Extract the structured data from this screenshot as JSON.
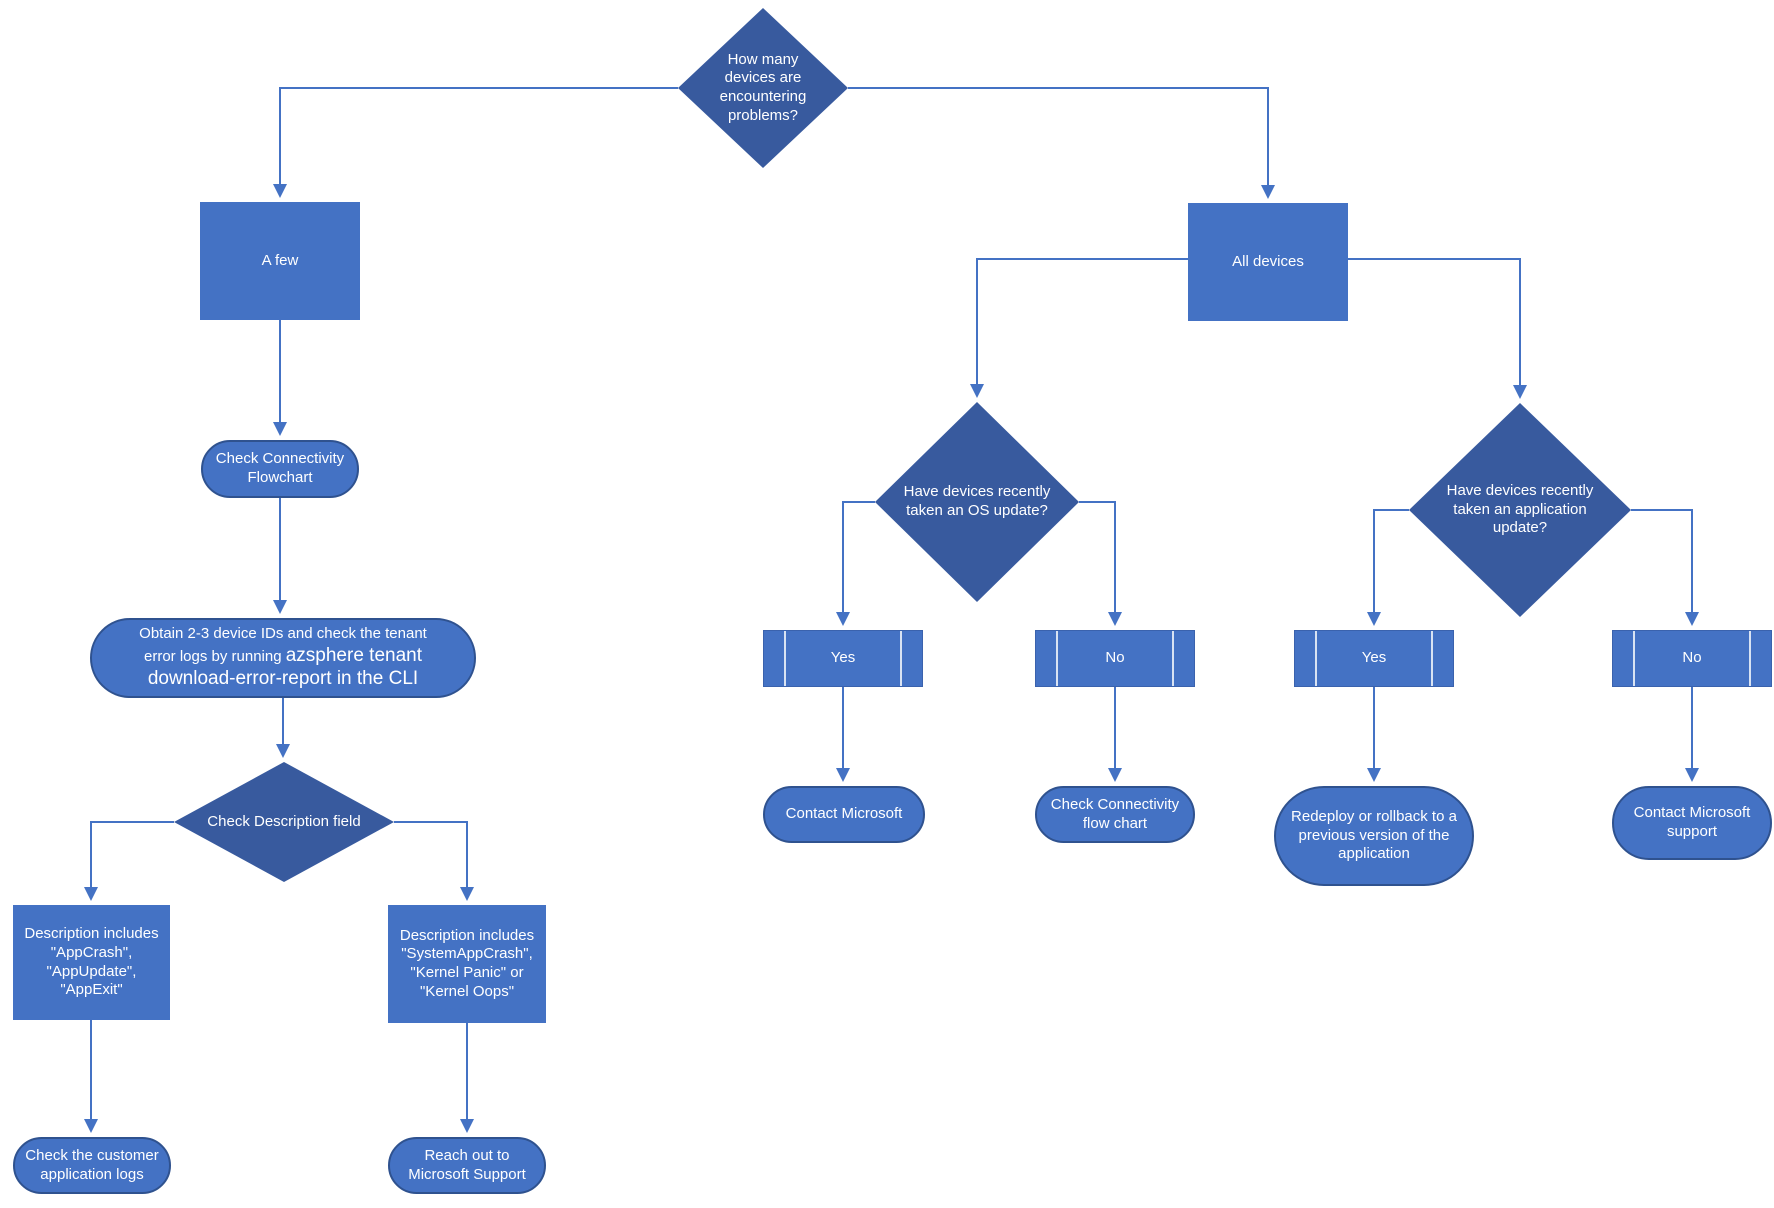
{
  "diagram": {
    "type": "flowchart",
    "colors": {
      "box_fill": "#4472C4",
      "diamond_fill": "#385A9E",
      "pill_fill": "#4472C4",
      "pill_border": "#2F528F",
      "connector": "#4472C4",
      "text": "#FFFFFF",
      "background": "#FFFFFF"
    },
    "nodes": {
      "root": {
        "label": "How many devices are encountering problems?"
      },
      "a_few": {
        "label": "A few"
      },
      "all_devices": {
        "label": "All devices"
      },
      "check_connectivity": {
        "label": "Check Connectivity Flowchart"
      },
      "obtain": {
        "label_prefix": "Obtain 2-3 device IDs and check the tenant error logs by running ",
        "label_command": "azsphere tenant download-error-report in the CLI"
      },
      "check_description": {
        "label": "Check Description field"
      },
      "desc_app": {
        "label": "Description includes \"AppCrash\", \"AppUpdate\", \"AppExit\""
      },
      "desc_sys": {
        "label": "Description includes \"SystemAppCrash\", \"Kernel Panic\" or \"Kernel Oops\""
      },
      "customer_logs": {
        "label": "Check the customer application logs"
      },
      "reach_support": {
        "label": "Reach out to Microsoft Support"
      },
      "os_update": {
        "label": "Have devices recently taken an OS update?"
      },
      "app_update": {
        "label": "Have devices recently taken an application update?"
      },
      "yes_os": {
        "label": "Yes"
      },
      "no_os": {
        "label": "No"
      },
      "yes_app": {
        "label": "Yes"
      },
      "no_app": {
        "label": "No"
      },
      "contact_microsoft": {
        "label": "Contact Microsoft"
      },
      "check_conn_flow": {
        "label": "Check Connectivity flow chart"
      },
      "redeploy": {
        "label": "Redeploy or rollback to a previous version of the application"
      },
      "contact_support": {
        "label": "Contact Microsoft support"
      }
    }
  }
}
